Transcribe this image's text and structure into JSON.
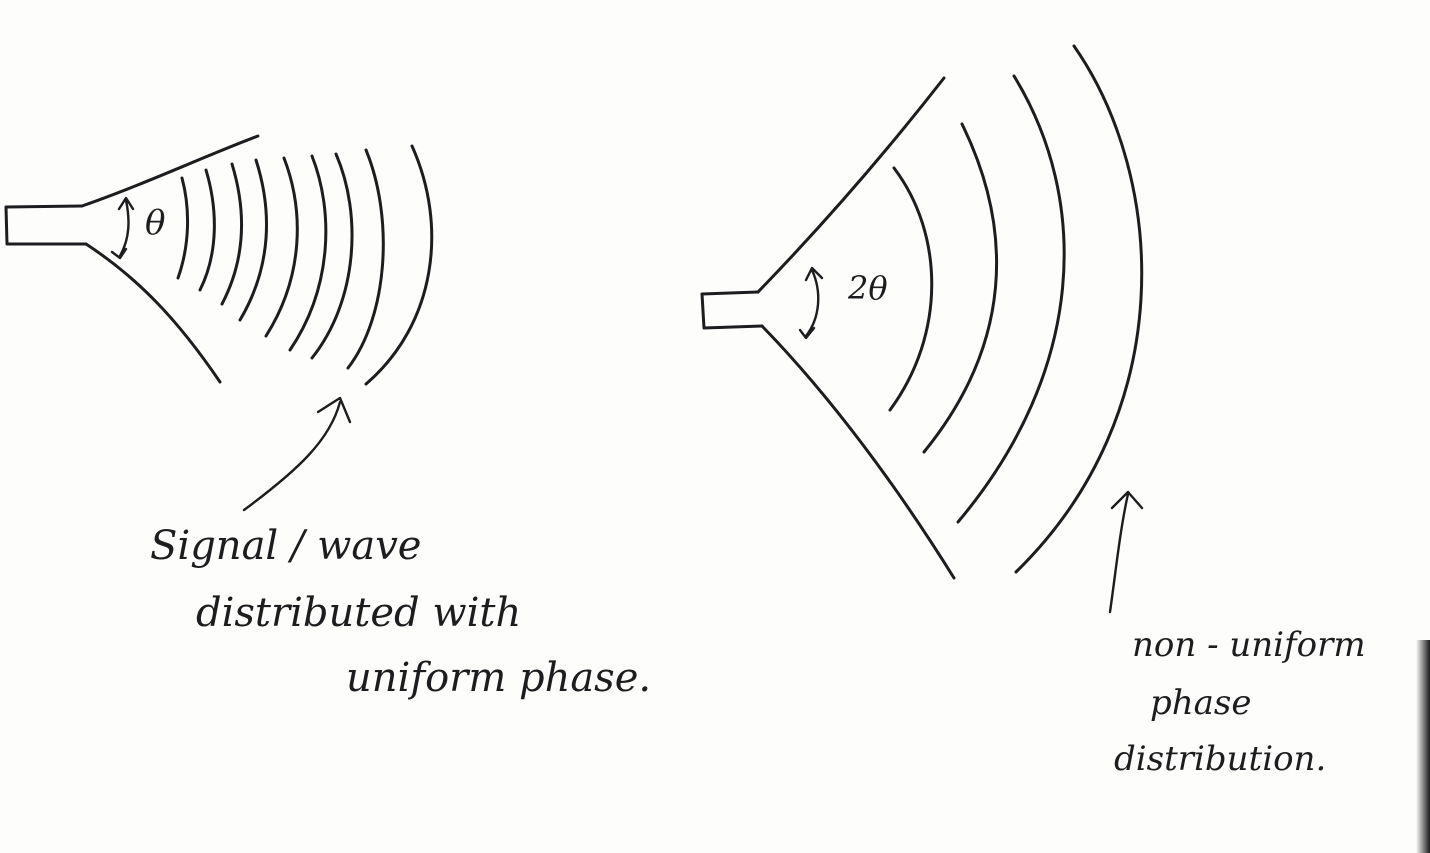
{
  "left_horn": {
    "angle_label": "θ",
    "caption_lines": [
      "Signal / wave",
      "distributed with",
      "uniform phase."
    ]
  },
  "right_horn": {
    "angle_label": "2θ",
    "caption_lines": [
      "non - uniform",
      "phase",
      "distribution."
    ]
  }
}
